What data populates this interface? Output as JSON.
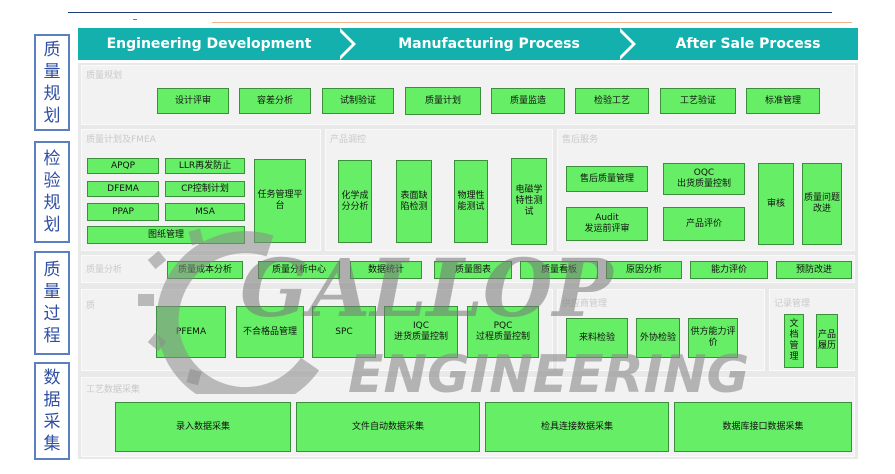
{
  "sidebar": [
    "质量规划",
    "检验规划",
    "质量过程",
    "数据采集"
  ],
  "process_band": {
    "stages": [
      "Engineering Development",
      "Manufacturing Process",
      "After Sale Process"
    ],
    "color": "#13b0ad"
  },
  "sections": {
    "quality_planning": {
      "title": "质量规划",
      "items": [
        "设计评审",
        "容差分析",
        "试制验证",
        "质量计划",
        "质量监造",
        "检验工艺",
        "工艺验证",
        "标准管理"
      ]
    },
    "quality_plan_fmea": {
      "title": "质量计划及FMEA",
      "items": [
        "APQP",
        "LLR再发防止",
        "DFEMA",
        "CP控制计划",
        "PPAP",
        "MSA",
        "图纸管理",
        "任务管理平台"
      ]
    },
    "product_inspection": {
      "title": "产品调控",
      "items": [
        "化学成分分析",
        "表面缺陷检测",
        "物理性能测试",
        "电磁学特性测试"
      ]
    },
    "after_sales": {
      "title": "售后服务",
      "items": [
        "售后质量管理",
        "OQC",
        "出货质量控制",
        "审核",
        "质量问题改进",
        "Audit",
        "发运前评审",
        "产品评价"
      ]
    },
    "quality_analysis": {
      "title": "质量分析",
      "items": [
        "质量成本分析",
        "质量分析中心",
        "数据统计",
        "质量图表",
        "质量看板",
        "原因分析",
        "能力评价",
        "预防改进"
      ]
    },
    "quality_process": {
      "title": "质",
      "items": [
        "PFEMA",
        "不合格品管理",
        "SPC",
        "IQC",
        "进货质量控制",
        "PQC",
        "过程质量控制"
      ]
    },
    "supplier": {
      "title": "供应商管理",
      "items": [
        "来料检验",
        "外协检验",
        "供方能力评价"
      ]
    },
    "records": {
      "title": "记录管理",
      "items": [
        "文档管理",
        "产品履历"
      ]
    },
    "data_collection": {
      "title": "工艺数据采集",
      "items": [
        "录入数据采集",
        "文件自动数据采集",
        "检具连接数据采集",
        "数据库接口数据采集"
      ]
    }
  },
  "watermark": {
    "top": "GALLOP",
    "bottom": "ENGINEERING"
  },
  "colors": {
    "box": "#66ee66",
    "border": "#3b8f3b",
    "sidebar_text": "#2f4fa3",
    "main_bg": "#e9e9e9"
  }
}
